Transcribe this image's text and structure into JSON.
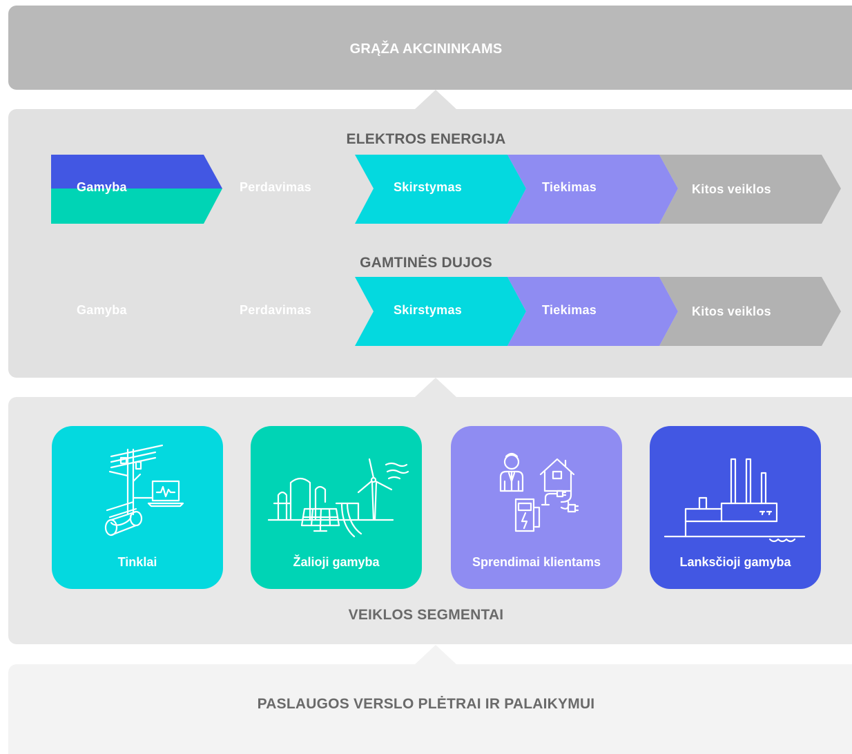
{
  "top_band": {
    "title": "GRĄŽA AKCININKAMS"
  },
  "value_chain": {
    "electricity": {
      "title": "ELEKTROS ENERGIJA",
      "steps": [
        "Gamyba",
        "Perdavimas",
        "Skirstymas",
        "Tiekimas",
        "Kitos veiklos"
      ]
    },
    "gas": {
      "title": "GAMTINĖS DUJOS",
      "steps": [
        "Gamyba",
        "Perdavimas",
        "Skirstymas",
        "Tiekimas",
        "Kitos veiklos"
      ]
    }
  },
  "segments": {
    "title": "VEIKLOS SEGMENTAI",
    "items": [
      {
        "label": "Tinklai",
        "icon": "power-grid-icon",
        "color": "#04d9df"
      },
      {
        "label": "Žalioji gamyba",
        "icon": "green-energy-icon",
        "color": "#00d4b5"
      },
      {
        "label": "Sprendimai klientams",
        "icon": "customer-solutions-icon",
        "color": "#8f8cf2"
      },
      {
        "label": "Lanksčioji gamyba",
        "icon": "power-plant-icon",
        "color": "#4257e3"
      }
    ]
  },
  "bottom_band": {
    "title": "PASLAUGOS VERSLO PLĖTRAI IR PALAIKYMUI"
  },
  "colors": {
    "blue": "#4257e3",
    "green": "#00d4b5",
    "cyan": "#04d9df",
    "violet": "#8f8cf2",
    "gray": "#b2b2b2"
  }
}
